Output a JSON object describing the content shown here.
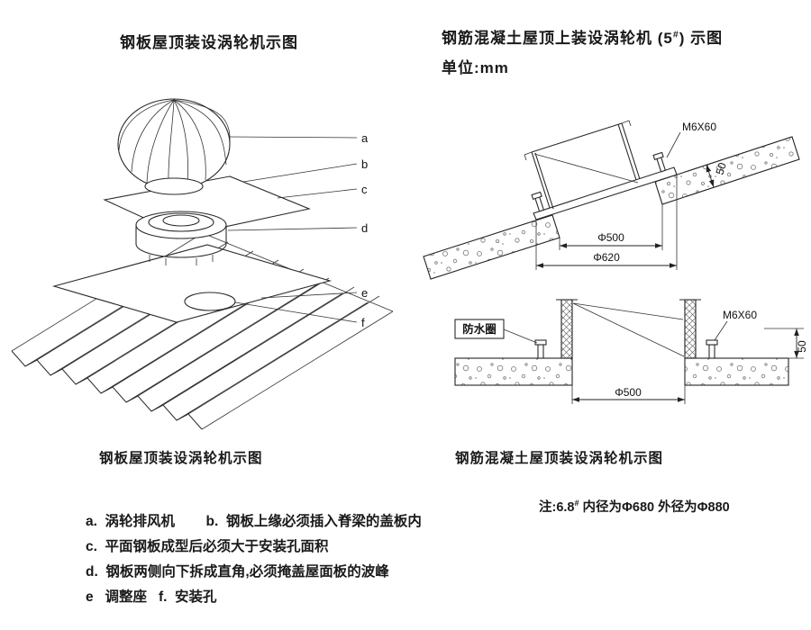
{
  "left_panel": {
    "title": "钢板屋顶装设涡轮机示图",
    "caption": "钢板屋顶装设涡轮机示图",
    "part_labels": {
      "a": "a",
      "b": "b",
      "c": "c",
      "d": "d",
      "e": "e",
      "f": "f"
    }
  },
  "right_panel": {
    "title_prefix": "钢筋混凝土屋顶上装设涡轮机 (5",
    "title_sup": "#",
    "title_suffix": ") 示图",
    "unit_label": "单位:mm",
    "caption": "钢筋混凝土屋顶装设涡轮机示图",
    "sloped_section": {
      "bolt_label": "M6X60",
      "slab_thickness": "50",
      "throat_dia": "Φ500",
      "base_dia": "Φ620"
    },
    "flat_section": {
      "ring_label": "防水圈",
      "bolt_label": "M6X60",
      "upstand_height": "50",
      "hole_dia": "Φ500"
    }
  },
  "notes": {
    "note_prefix": "注:6.8",
    "note_sup": "#",
    "note_suffix": " 内径为Φ680 外径为Φ880",
    "legend_line1": "a.  涡轮排风机        b.  钢板上缘必须插入脊梁的盖板内",
    "legend_line2": "c.  平面钢板成型后必须大于安装孔面积",
    "legend_line3": "d.  钢板两侧向下拆成直角,必须掩盖屋面板的波峰",
    "legend_line4": "e   调整座   f.  安装孔"
  }
}
